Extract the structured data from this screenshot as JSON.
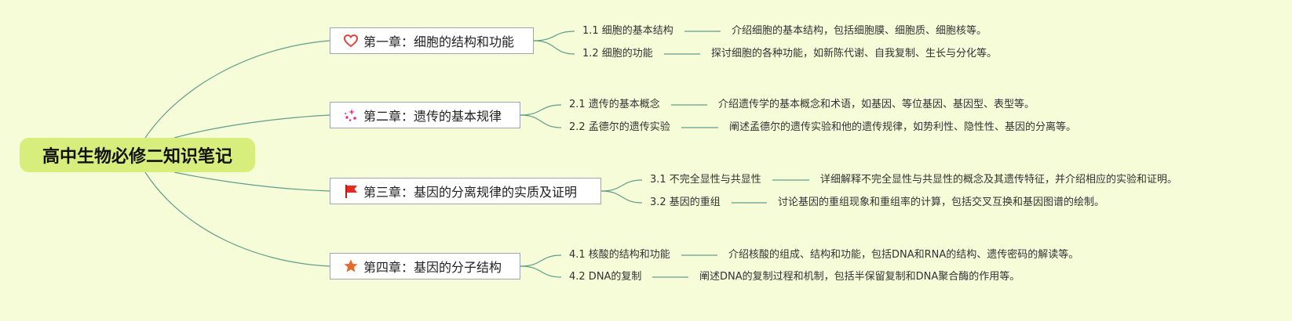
{
  "root": {
    "title": "高中生物必修二知识笔记"
  },
  "chapters": [
    {
      "title": "第一章：细胞的结构和功能",
      "icon": "heart-icon",
      "sections": [
        {
          "title": "1.1 细胞的基本结构",
          "desc": "介绍细胞的基本结构，包括细胞膜、细胞质、细胞核等。"
        },
        {
          "title": "1.2 细胞的功能",
          "desc": "探讨细胞的各种功能，如新陈代谢、自我复制、生长与分化等。"
        }
      ]
    },
    {
      "title": "第二章：遗传的基本规律",
      "icon": "sparkle-icon",
      "sections": [
        {
          "title": "2.1 遗传的基本概念",
          "desc": "介绍遗传学的基本概念和术语，如基因、等位基因、基因型、表型等。"
        },
        {
          "title": "2.2 孟德尔的遗传实验",
          "desc": "阐述孟德尔的遗传实验和他的遗传规律，如势利性、隐性性、基因的分离等。"
        }
      ]
    },
    {
      "title": "第三章：基因的分离规律的实质及证明",
      "icon": "flag-icon",
      "sections": [
        {
          "title": "3.1 不完全显性与共显性",
          "desc": "详细解释不完全显性与共显性的概念及其遗传特征，并介绍相应的实验和证明。"
        },
        {
          "title": "3.2 基因的重组",
          "desc": "讨论基因的重组现象和重组率的计算，包括交叉互换和基因图谱的绘制。"
        }
      ]
    },
    {
      "title": "第四章：基因的分子结构",
      "icon": "star-icon",
      "sections": [
        {
          "title": "4.1 核酸的结构和功能",
          "desc": "介绍核酸的组成、结构和功能，包括DNA和RNA的结构、遗传密码的解读等。"
        },
        {
          "title": "4.2 DNA的复制",
          "desc": "阐述DNA的复制过程和机制，包括半保留复制和DNA聚合酶的作用等。"
        }
      ]
    }
  ],
  "colors": {
    "background": "#f6fbd8",
    "root_fill": "#d8ee7c",
    "connector": "#5f9e8c",
    "heart": "#e0443c",
    "sparkle": "#e8307a",
    "flag": "#e02c22",
    "star": "#e8692c"
  }
}
